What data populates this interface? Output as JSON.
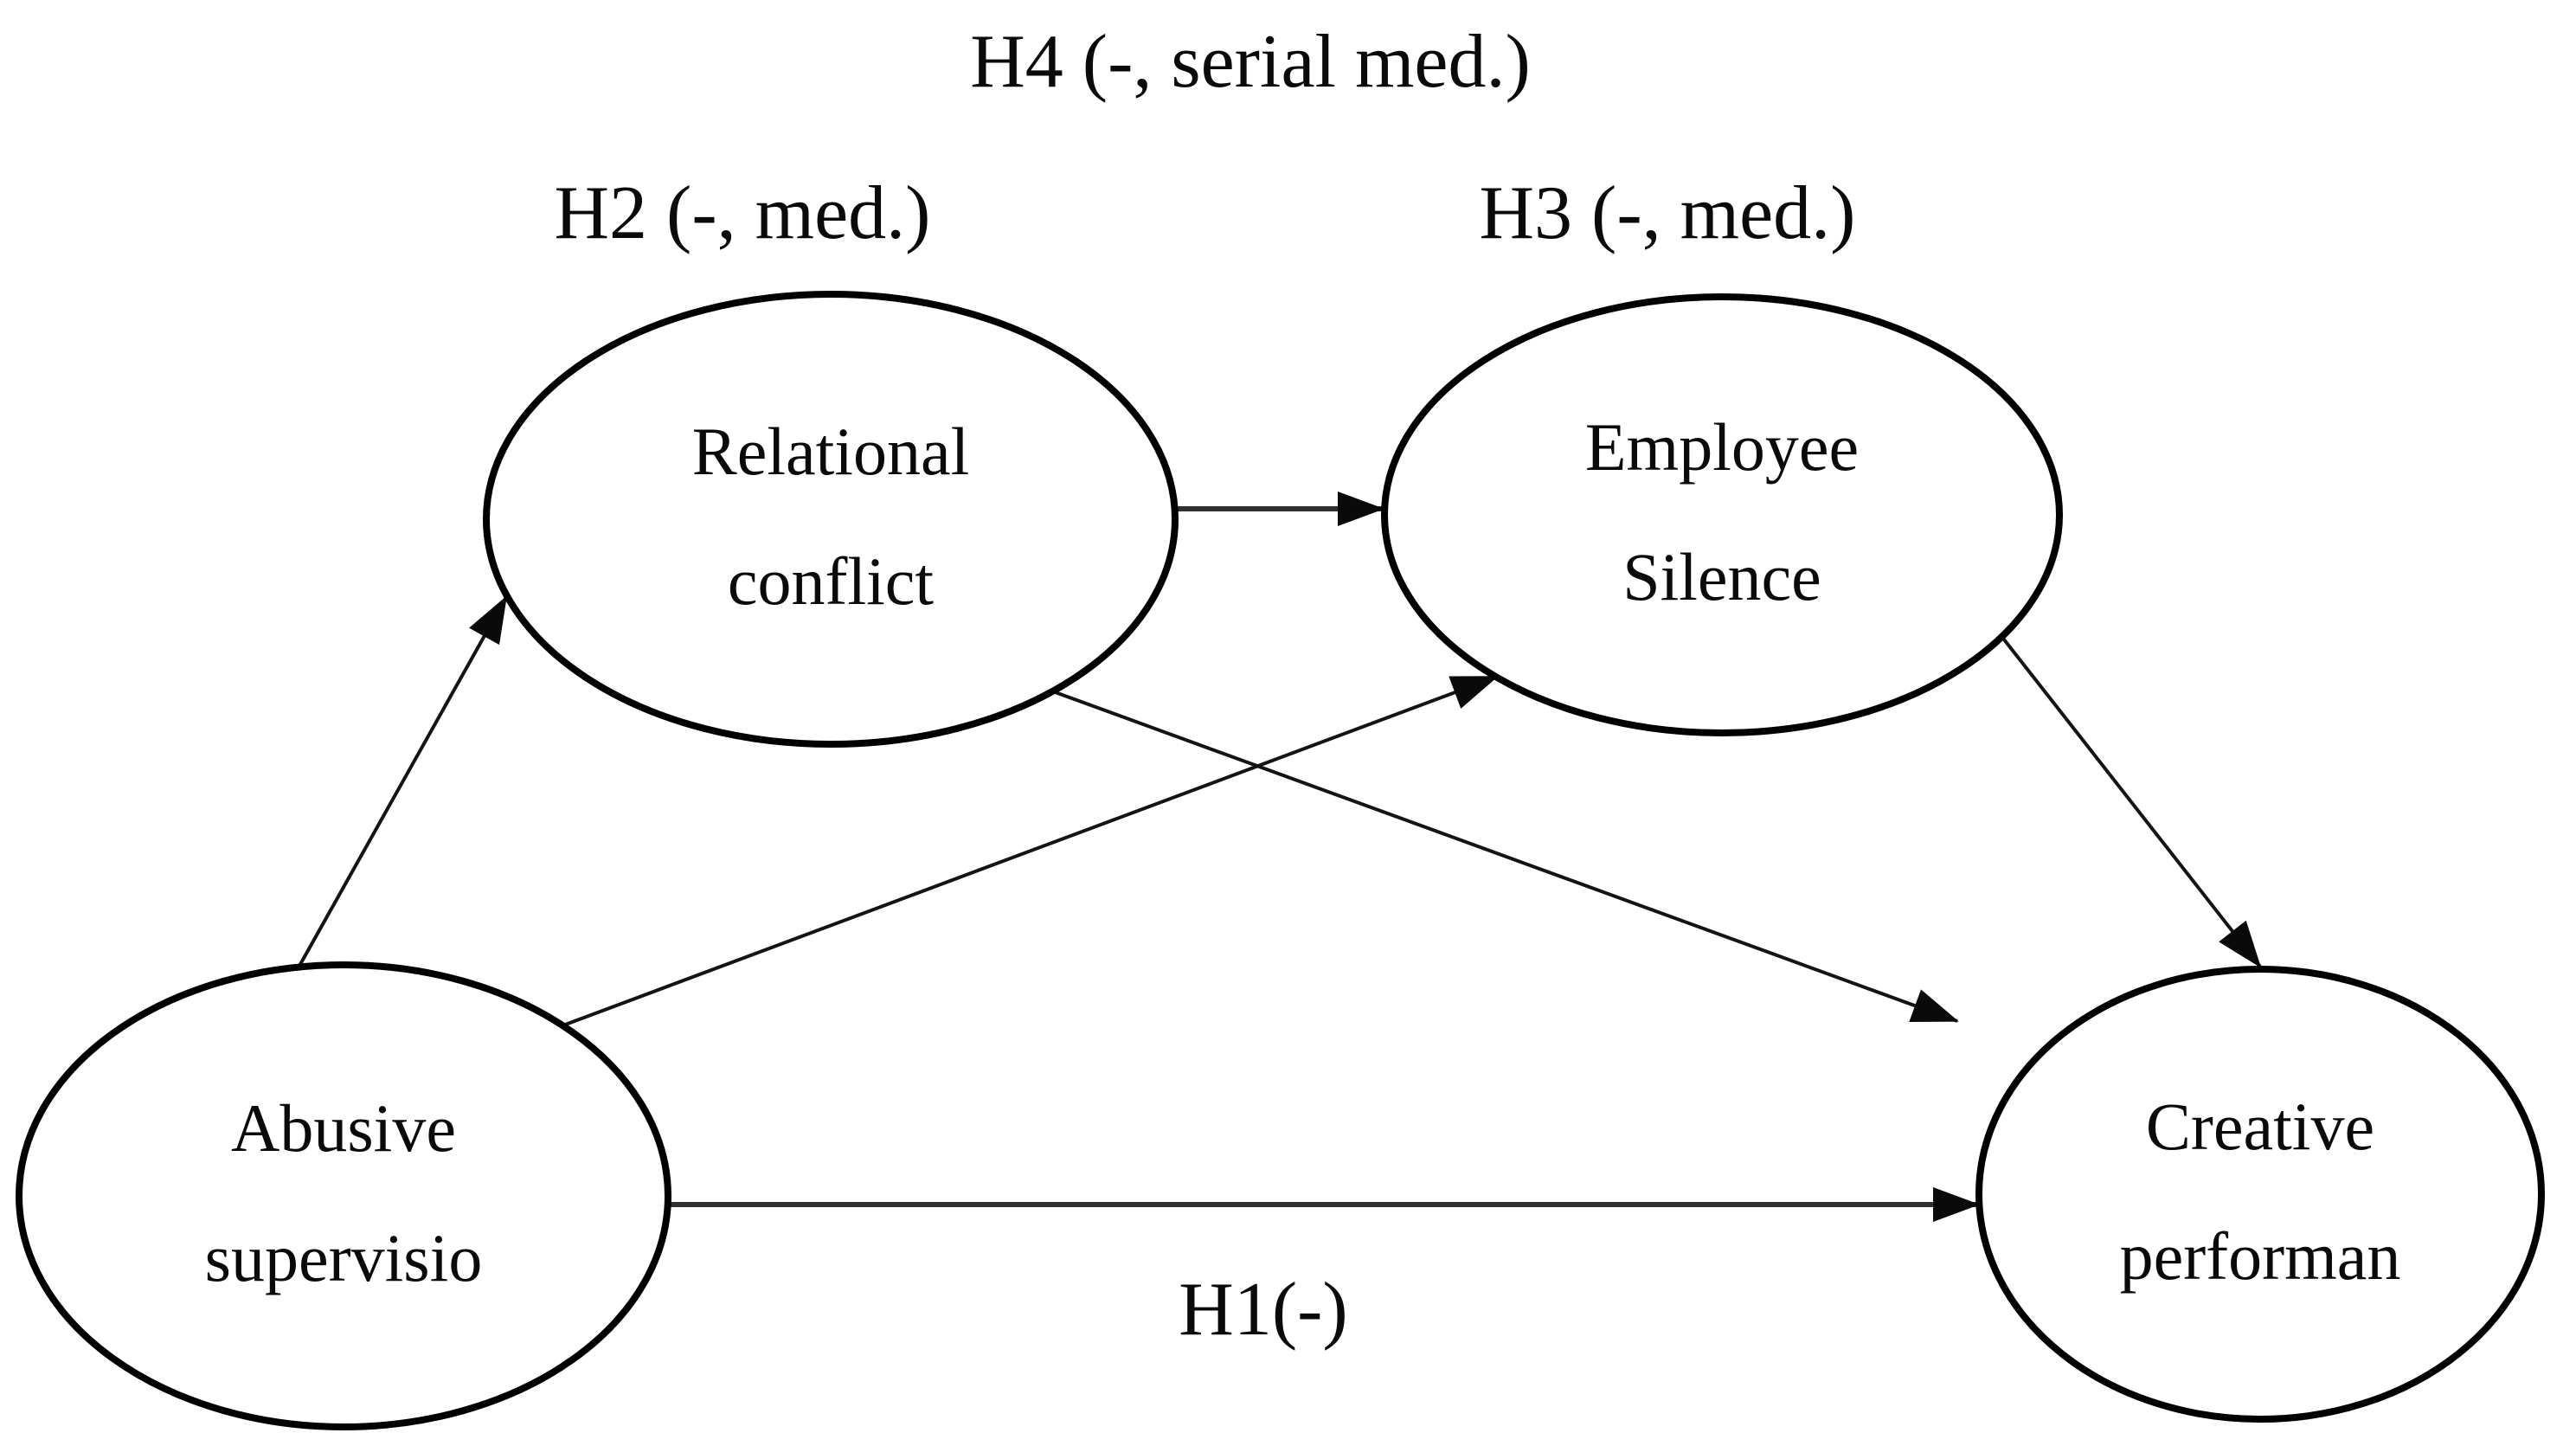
{
  "figure": {
    "background": "#ffffff",
    "stroke_color": "#000000",
    "nodes": {
      "abusive_supervision": {
        "line1": "Abusive",
        "line2": "supervisio"
      },
      "relational_conflict": {
        "line1": "Relational",
        "line2": "conflict"
      },
      "employee_silence": {
        "line1": "Employee",
        "line2": "Silence"
      },
      "creative_performance": {
        "line1": "Creative",
        "line2": "performan"
      }
    },
    "hypotheses": {
      "h1": "H1(-)",
      "h2": "H2 (-, med.)",
      "h3": "H3 (-, med.)",
      "h4": "H4 (-, serial med.)"
    },
    "edges": [
      {
        "from": "abusive_supervision",
        "to": "relational_conflict",
        "label": "H2 (-, med.)"
      },
      {
        "from": "relational_conflict",
        "to": "employee_silence",
        "label": "H3 (-, med.)"
      },
      {
        "from": "abusive_supervision",
        "to": "employee_silence",
        "label": ""
      },
      {
        "from": "relational_conflict",
        "to": "creative_performance",
        "label": ""
      },
      {
        "from": "employee_silence",
        "to": "creative_performance",
        "label": ""
      },
      {
        "from": "abusive_supervision",
        "to": "creative_performance",
        "label": "H1(-)"
      }
    ]
  }
}
